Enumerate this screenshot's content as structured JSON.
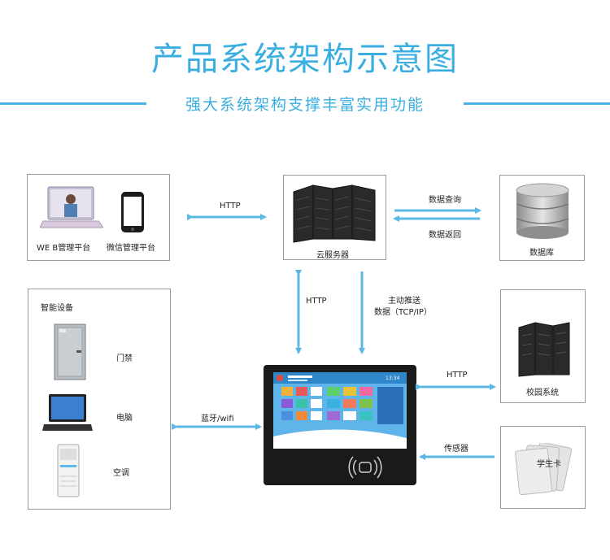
{
  "header": {
    "title": "产品系统架构示意图",
    "subtitle": "强大系统架构支撑丰富实用功能"
  },
  "nodes": {
    "platforms": {
      "web_label": "WE B管理平台",
      "wechat_label": "微信管理平台"
    },
    "cloud_server": {
      "label": "云服务器"
    },
    "database": {
      "label": "数据库"
    },
    "smart_devices": {
      "title": "智能设备",
      "door_label": "门禁",
      "computer_label": "电脑",
      "ac_label": "空调"
    },
    "campus_system": {
      "label": "校园系统"
    },
    "student_card": {
      "label": "学生卡",
      "card_text": "学生卡"
    },
    "terminal": {
      "clock": "13:34"
    }
  },
  "edges": {
    "platform_server": "HTTP",
    "db_query": "数据查询",
    "db_return": "数据返回",
    "server_terminal_http": "HTTP",
    "push_line1": "主动推送",
    "push_line2": "数据（TCP/IP）",
    "campus_http": "HTTP",
    "bluetooth": "蓝牙/wifi",
    "sensor": "传感器"
  },
  "colors": {
    "accent": "#3aaee0",
    "arrow": "#5bb8e6",
    "border": "#9a9a9a"
  }
}
